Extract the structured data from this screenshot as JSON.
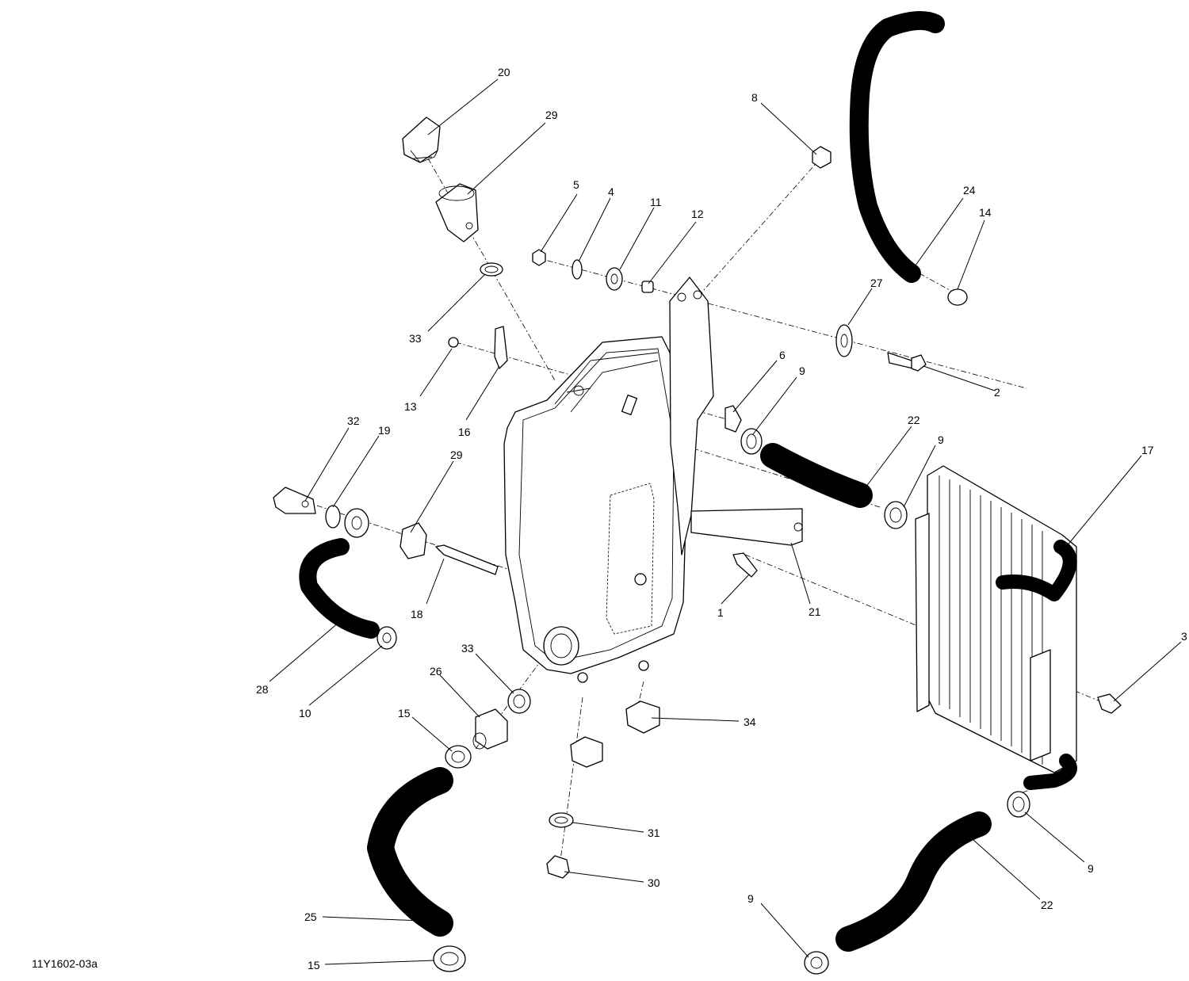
{
  "figure_id": "11Y1602-03a",
  "callouts": [
    {
      "id": "c20",
      "label": "20"
    },
    {
      "id": "c29a",
      "label": "29"
    },
    {
      "id": "c8",
      "label": "8"
    },
    {
      "id": "c5",
      "label": "5"
    },
    {
      "id": "c4",
      "label": "4"
    },
    {
      "id": "c11",
      "label": "11"
    },
    {
      "id": "c12",
      "label": "12"
    },
    {
      "id": "c24",
      "label": "24"
    },
    {
      "id": "c14",
      "label": "14"
    },
    {
      "id": "c27",
      "label": "27"
    },
    {
      "id": "c33a",
      "label": "33"
    },
    {
      "id": "c13",
      "label": "13"
    },
    {
      "id": "c16",
      "label": "16"
    },
    {
      "id": "c6",
      "label": "6"
    },
    {
      "id": "c9a",
      "label": "9"
    },
    {
      "id": "c2",
      "label": "2"
    },
    {
      "id": "c22a",
      "label": "22"
    },
    {
      "id": "c9b",
      "label": "9"
    },
    {
      "id": "c17",
      "label": "17"
    },
    {
      "id": "c32",
      "label": "32"
    },
    {
      "id": "c19",
      "label": "19"
    },
    {
      "id": "c29b",
      "label": "29"
    },
    {
      "id": "c18",
      "label": "18"
    },
    {
      "id": "c1",
      "label": "1"
    },
    {
      "id": "c21",
      "label": "21"
    },
    {
      "id": "c3",
      "label": "3"
    },
    {
      "id": "c28",
      "label": "28"
    },
    {
      "id": "c10",
      "label": "10"
    },
    {
      "id": "c33b",
      "label": "33"
    },
    {
      "id": "c26",
      "label": "26"
    },
    {
      "id": "c15a",
      "label": "15"
    },
    {
      "id": "c34",
      "label": "34"
    },
    {
      "id": "c31",
      "label": "31"
    },
    {
      "id": "c30",
      "label": "30"
    },
    {
      "id": "c9c",
      "label": "9"
    },
    {
      "id": "c25",
      "label": "25"
    },
    {
      "id": "c22b",
      "label": "22"
    },
    {
      "id": "c9d",
      "label": "9"
    },
    {
      "id": "c15b",
      "label": "15"
    }
  ]
}
